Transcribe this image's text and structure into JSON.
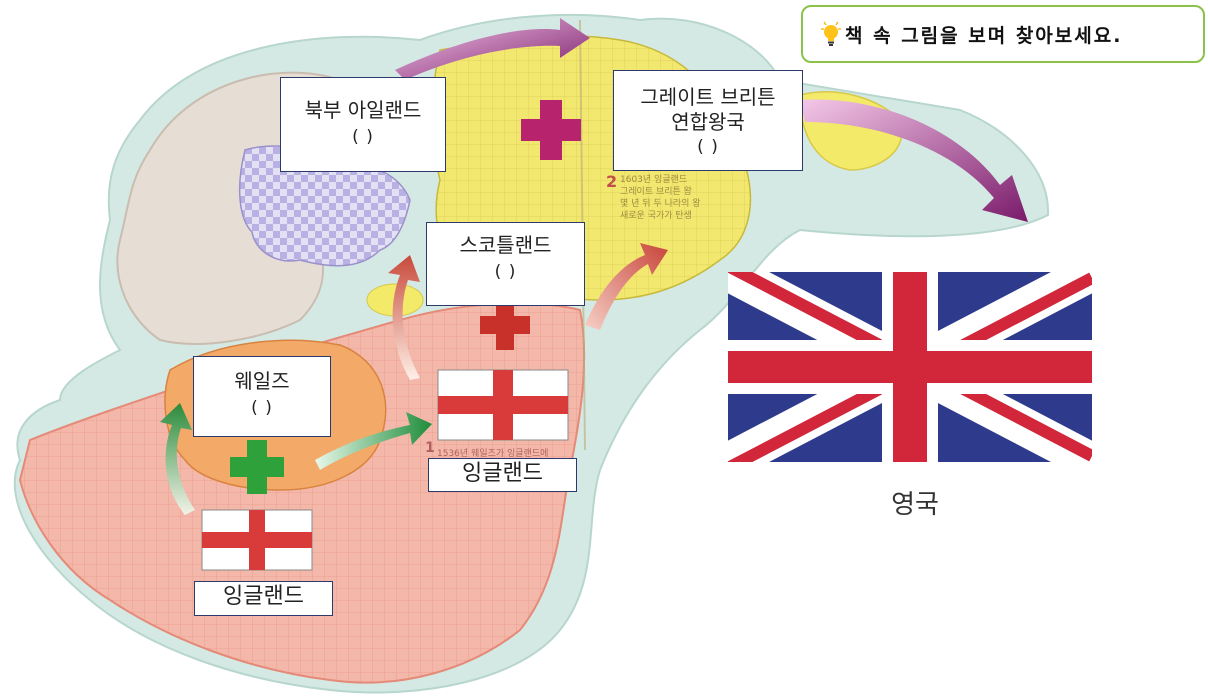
{
  "hint": {
    "text": "책 속 그림을 보며 찾아보세요."
  },
  "labels": {
    "northern_ireland": {
      "name": "북부 아일랜드",
      "blank": "(    )"
    },
    "great_britain": {
      "name_line1": "그레이트 브리튼",
      "name_line2": "연합왕국",
      "blank": "(    )"
    },
    "scotland": {
      "name": "스코틀랜드",
      "blank": "(    )"
    },
    "wales": {
      "name": "웨일즈",
      "blank": "(    )"
    },
    "england_center": "잉글랜드",
    "england_bottom": "잉글랜드"
  },
  "flag_caption": "영국",
  "fine_text": {
    "step1_number": "1",
    "step1_text": "1536년 웨일즈가 잉글랜드에",
    "step2_number": "2",
    "step2_line1": "1603년 잉글랜드",
    "step2_line2": "그레이트 브리튼 왕",
    "step2_line3": "몇 년 뒤 두 나라의 왕",
    "step2_line4": "새로운 국가가 탄생"
  },
  "colors": {
    "england_land": "#f3b5a6",
    "wales_land": "#f0a060",
    "scotland_land": "#f4ea6a",
    "ireland_land": "#e2d8cf",
    "ni_land": "#c9c4e8",
    "backdrop": "#d8ebe6",
    "uk_blue": "#2e3a8c",
    "uk_red": "#d2263a",
    "hint_border": "#8bc34a"
  }
}
